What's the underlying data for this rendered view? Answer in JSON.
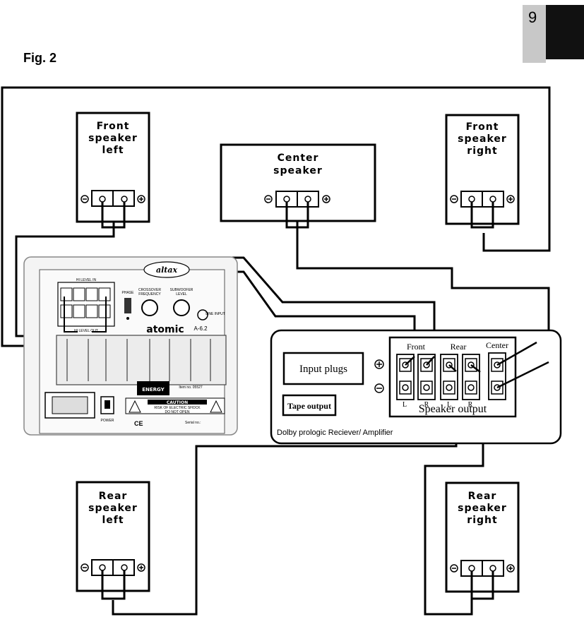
{
  "page_number": "9",
  "figure_label": "Fig. 2",
  "speakers": {
    "front_left": [
      "Front",
      "speaker",
      "left"
    ],
    "center": [
      "Center",
      "speaker"
    ],
    "front_right": [
      "Front",
      "speaker",
      "right"
    ],
    "rear_left": [
      "Rear",
      "speaker",
      "left"
    ],
    "rear_right": [
      "Rear",
      "speaker",
      "right"
    ]
  },
  "terminal_signs": {
    "minus": "−",
    "plus": "+"
  },
  "receiver": {
    "caption": "Dolby prologic Reciever/ Amplifier",
    "input_plugs": "Input plugs",
    "tape_output": "Tape output",
    "group_front": "Front",
    "group_rear": "Rear",
    "group_center": "Center",
    "speaker_output": "Speaker output",
    "ch_L": "L",
    "ch_R": "R"
  },
  "subwoofer": {
    "brand": "altax",
    "model_name": "atomic",
    "model_code": "A-6.2",
    "energy_label": "ENERGY",
    "caution_title": "CAUTION",
    "caution_line1": "RISK OF ELECTRIC SHOCK",
    "caution_line2": "DO NOT OPEN",
    "power_label": "POWER",
    "serial_label": "Serial no.:",
    "item_label": "Item no. 05527",
    "ce_mark": "CE",
    "hi_level_in": "HI LEVEL IN",
    "hi_level_out": "HI LEVEL OUT",
    "phase": "PHASE",
    "crossover": "CROSSOVER",
    "frequency": "FREQUENCY",
    "subwoofer_level": "SUBWOOFER",
    "level": "LEVEL",
    "line_input": "LINE INPUT"
  }
}
